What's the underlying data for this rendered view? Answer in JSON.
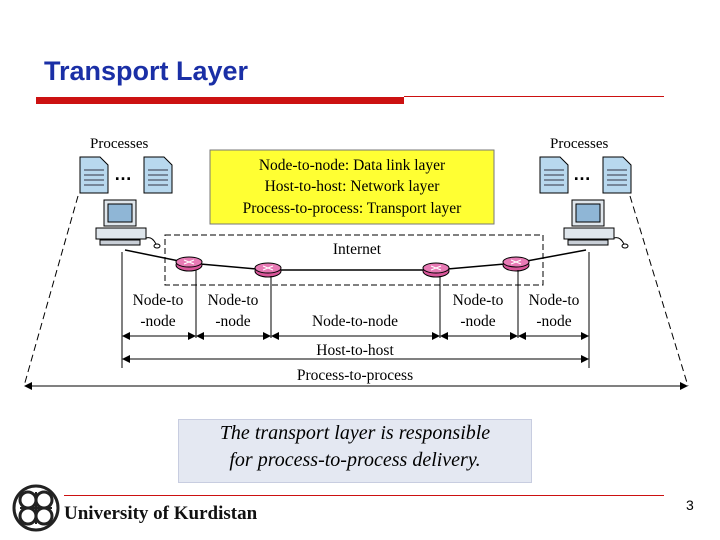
{
  "slide": {
    "title": "Transport Layer",
    "footer": "University of Kurdistan",
    "page_number": "3"
  },
  "diagram": {
    "left_processes": "Processes",
    "right_processes": "Processes",
    "ellipsis": "…",
    "legend": [
      "Node-to-node: Data link layer",
      "Host-to-host: Network layer",
      "Process-to-process: Transport layer"
    ],
    "internet": "Internet",
    "segment_top": [
      "Node-to",
      "Node-to",
      "Node-to",
      "Node-to"
    ],
    "segment_bottom": [
      "-node",
      "-node",
      "Node-to-node",
      "-node",
      "-node"
    ],
    "host_to_host": "Host-to-host",
    "process_to_process": "Process-to-process",
    "colors": {
      "title": "#1a2fa6",
      "rule": "#cc1111",
      "legend_bg": "#ffff33",
      "router": "#d9569a"
    }
  },
  "caption": {
    "line1": "The transport layer is responsible",
    "line2": "for process-to-process delivery."
  }
}
